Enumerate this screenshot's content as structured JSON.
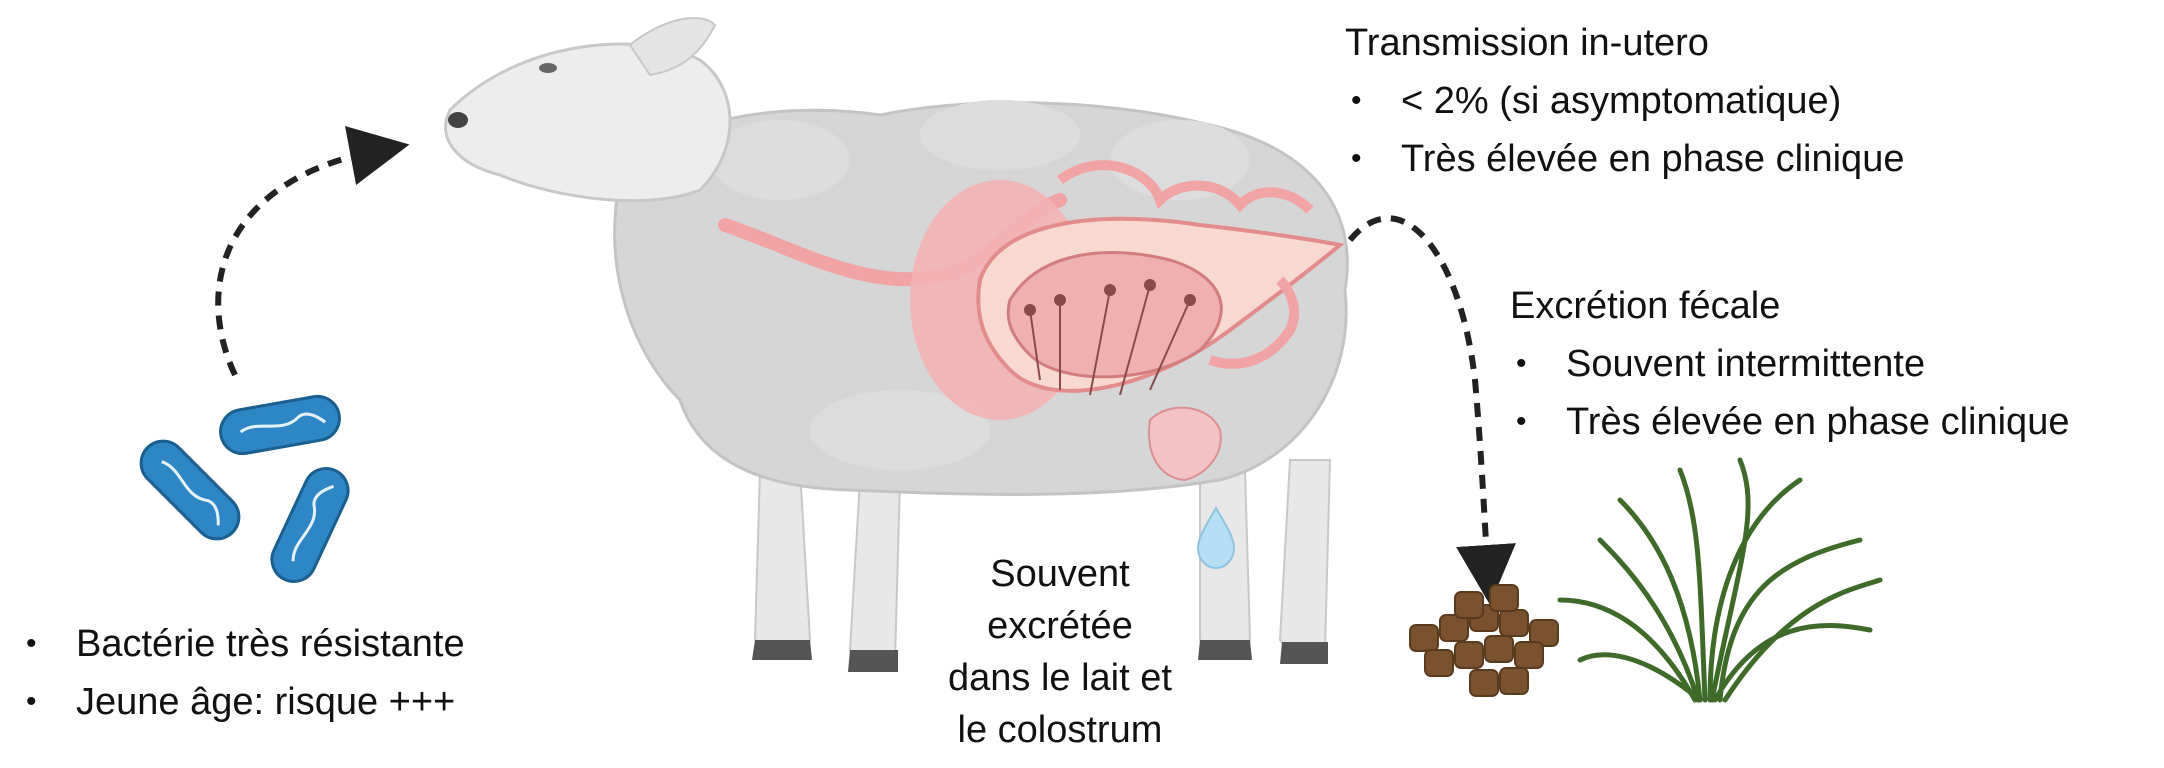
{
  "transmission": {
    "title": "Transmission in-utero",
    "items": [
      "< 2% (si asymptomatique)",
      "Très élevée en phase clinique"
    ]
  },
  "excretion": {
    "title": "Excrétion fécale",
    "items": [
      "Souvent intermittente",
      "Très élevée en phase clinique"
    ]
  },
  "milk": {
    "lines": [
      "Souvent",
      "excrétée",
      "dans le lait et",
      "le colostrum"
    ]
  },
  "bacteria": {
    "items": [
      "Bactérie très résistante",
      "Jeune âge: risque +++"
    ]
  },
  "colors": {
    "sheep_body": "#d6d6d6",
    "sheep_head": "#ededed",
    "gut": "#f2a3a3",
    "bacteria": "#2f86c4",
    "feces": "#7a5230",
    "grass": "#3e6b2a",
    "milk_drop": "#b7dff3",
    "arrow": "#222222"
  },
  "icons": [
    "sheep-illustration",
    "intestine-illustration",
    "bacteria-icon",
    "milk-drop-icon",
    "feces-icon",
    "grass-icon"
  ]
}
